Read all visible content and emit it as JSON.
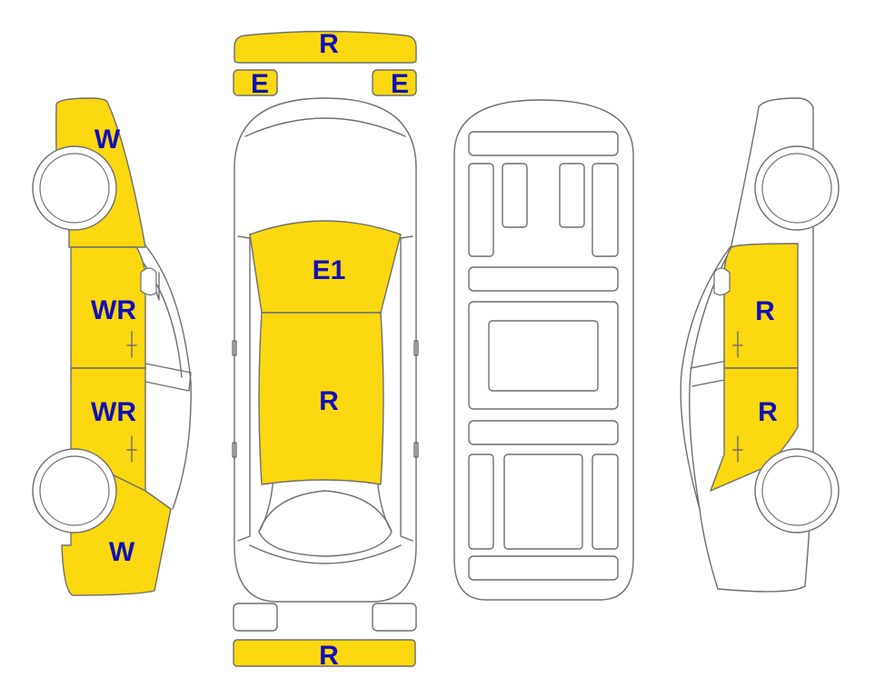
{
  "colors": {
    "highlight": "#fbd80f",
    "label": "#1010b8",
    "outline": "#6e6e6e",
    "background": "#ffffff"
  },
  "labels": {
    "top_bumper": "R",
    "left_mirror": "E",
    "right_mirror": "E",
    "bonnet": "E1",
    "roof": "R",
    "rear_bumper": "R",
    "left_front_wing": "W",
    "left_front_door": "WR",
    "left_rear_door": "WR",
    "left_rear_wing": "W",
    "right_front_door": "R",
    "right_rear_door": "R"
  }
}
